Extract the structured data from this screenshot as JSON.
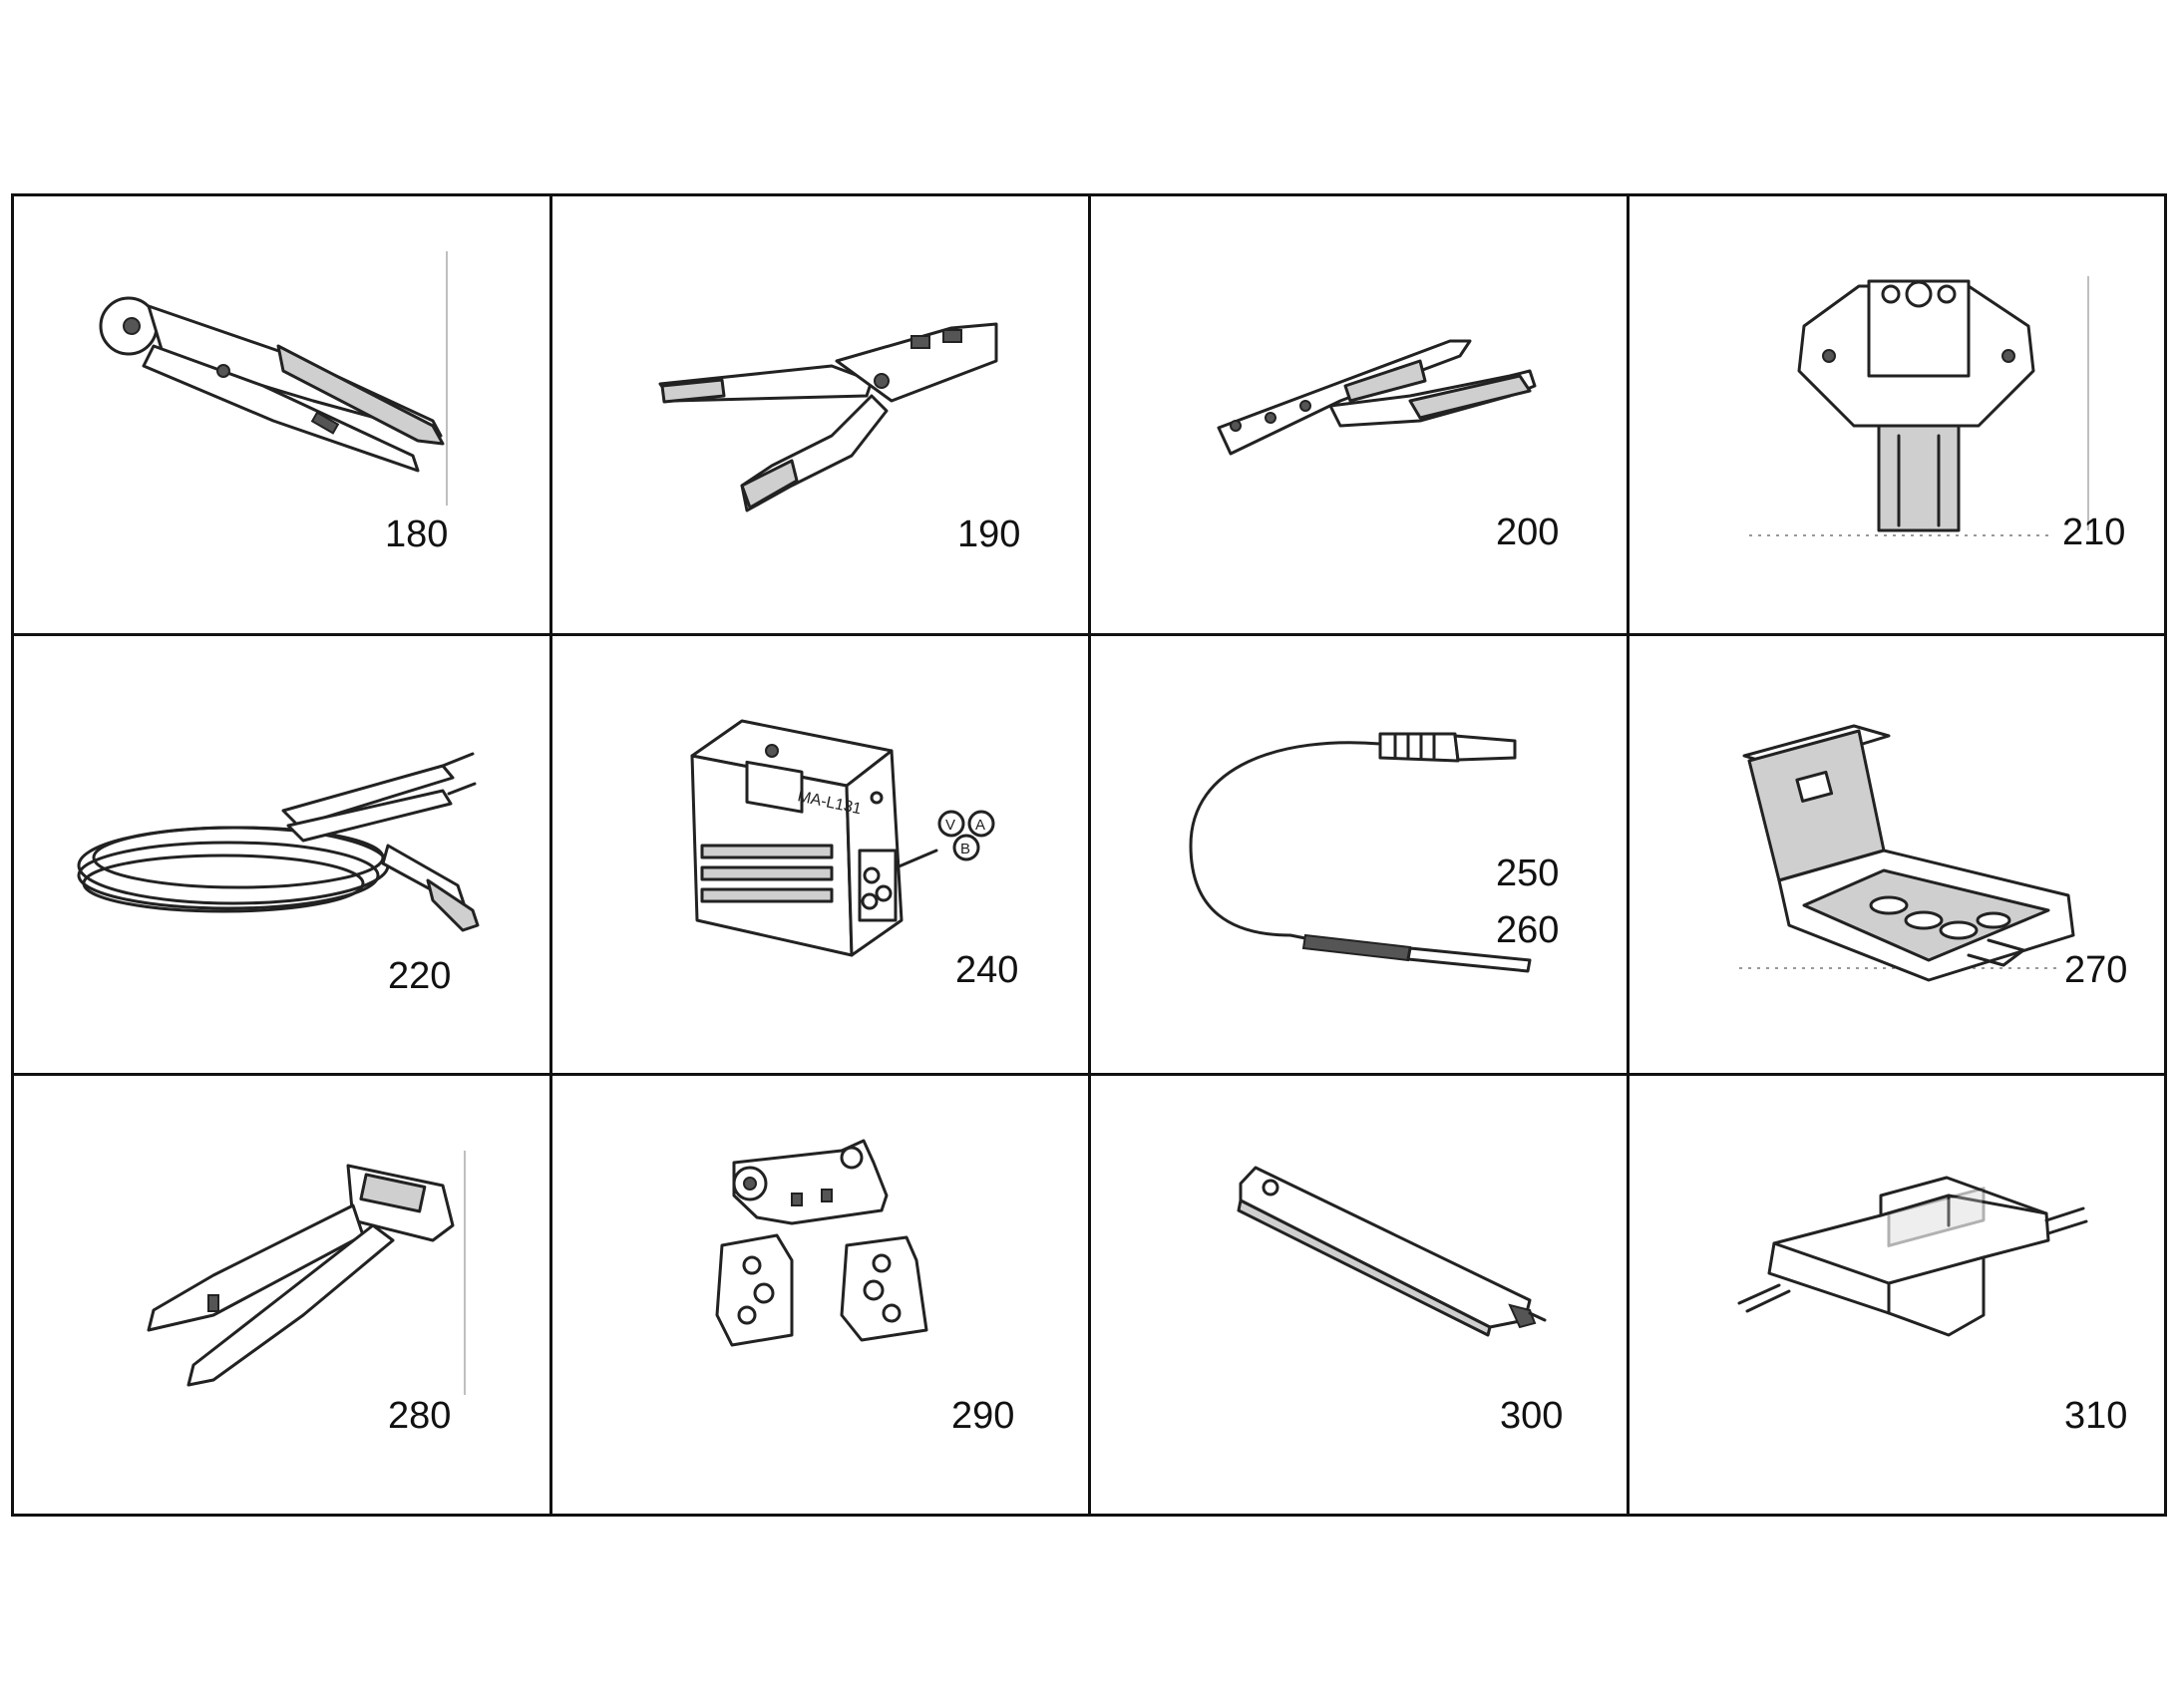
{
  "figure": {
    "tools": [
      {
        "label": "180",
        "icon": "crimping-plier-round-head-icon"
      },
      {
        "label": "190",
        "icon": "ratchet-crimper-icon"
      },
      {
        "label": "200",
        "icon": "hand-crimper-icon"
      },
      {
        "label": "210",
        "icon": "positioner-turret-icon"
      },
      {
        "label": "220",
        "icon": "test-leads-icon"
      },
      {
        "label": "240",
        "icon": "tester-module-icon",
        "module_text": "MA-L131",
        "indicator_v": "V",
        "indicator_a": "A",
        "indicator_b": "B"
      },
      {
        "label": "250",
        "label2": "260",
        "icon": "probe-cable-icon"
      },
      {
        "label": "270",
        "icon": "tool-case-icon"
      },
      {
        "label": "280",
        "icon": "stripping-plier-icon"
      },
      {
        "label": "290",
        "icon": "die-set-icon"
      },
      {
        "label": "300",
        "icon": "extraction-tool-icon"
      },
      {
        "label": "310",
        "icon": "connector-adapter-icon"
      }
    ]
  }
}
